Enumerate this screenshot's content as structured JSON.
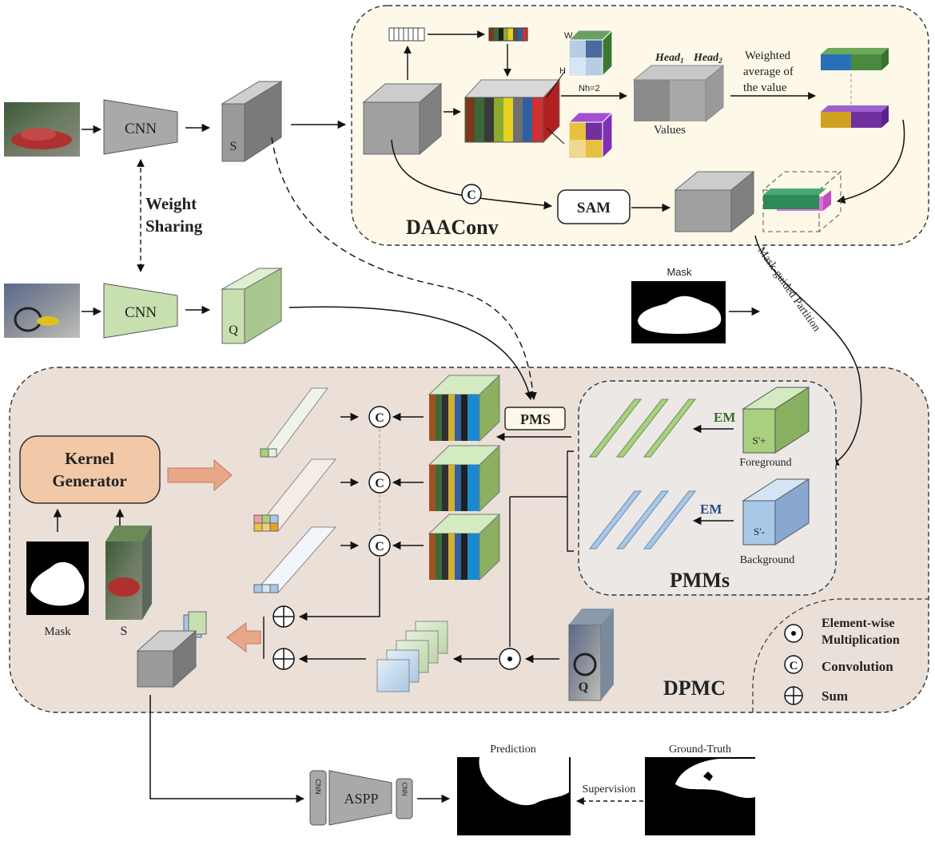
{
  "daaconv": {
    "title": "DAAConv",
    "w_label": "W",
    "h_label": "H",
    "nh_label": "Nh=2",
    "head1": "Head",
    "head1_sub": "1",
    "head2": "Head",
    "head2_sub": "2",
    "values_label": "Values",
    "weighted_1": "Weighted",
    "weighted_2": "average of",
    "weighted_3": "the value",
    "sam": "SAM",
    "conv_symbol": "C"
  },
  "top_branch": {
    "cnn": "CNN",
    "s_label": "S"
  },
  "weight_sharing_1": "Weight",
  "weight_sharing_2": "Sharing",
  "mid_branch": {
    "cnn": "CNN",
    "q_label": "Q"
  },
  "mask_top": "Mask",
  "mask_guided": "Mask-guided Partition",
  "dpmc": {
    "title": "DPMC",
    "kernel_generator_1": "Kernel",
    "kernel_generator_2": "Generator",
    "mask_label": "Mask",
    "s_label": "S",
    "pms": "PMS",
    "q_label": "Q",
    "conv_symbol": "C"
  },
  "pmms": {
    "title": "PMMs",
    "em1": "EM",
    "em2": "EM",
    "fg_cube": "S'+",
    "bg_cube": "S'-",
    "foreground": "Foreground",
    "background": "Background"
  },
  "legend": {
    "mult_1": "Element-wise",
    "mult_2": "Multiplication",
    "conv": "Convolution",
    "sum": "Sum"
  },
  "bottom": {
    "cnn_left": "CNN",
    "aspp": "ASPP",
    "cnn_right": "CNN",
    "prediction": "Prediction",
    "supervision": "Supervision",
    "ground_truth": "Ground-Truth"
  },
  "colors": {
    "daaconv_bg": "#fdf8e8",
    "dpmc_bg": "#ebe0d8",
    "pmms_bg": "#ebe8e6",
    "green_cube": "#c8e0b0",
    "gray_cube": "#9a9a9a",
    "kernel_box": "#f2c9a8",
    "arrow_orange": "#e8a888"
  }
}
